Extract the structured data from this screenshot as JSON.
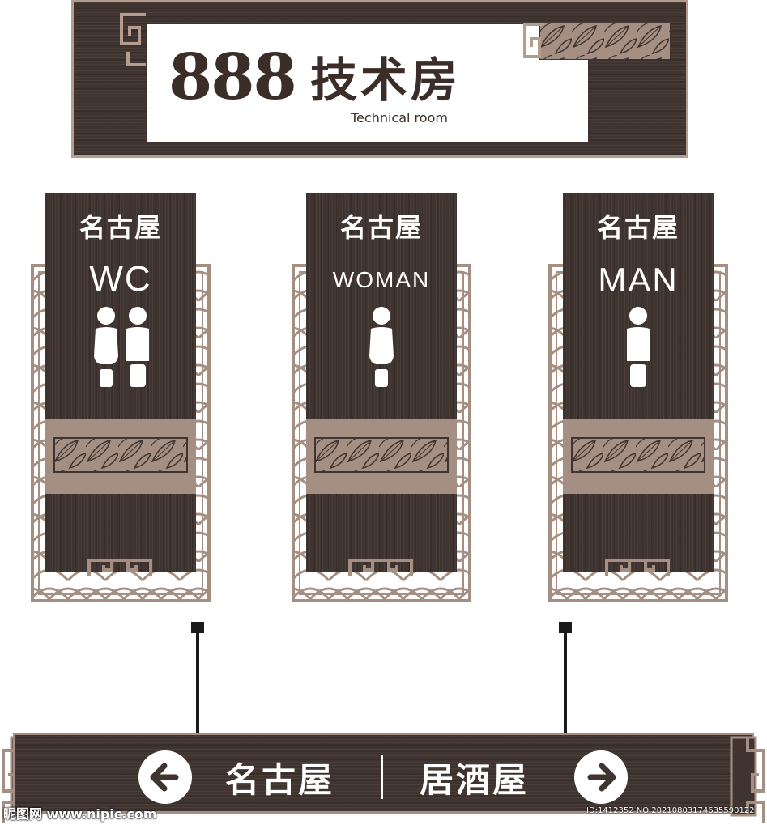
{
  "top_sign": {
    "number": "888",
    "title_cn": "技术房",
    "title_en": "Technical room"
  },
  "panels": [
    {
      "title": "名古屋",
      "label": "WC",
      "icon": "restroom-both-icon"
    },
    {
      "title": "名古屋",
      "label": "WOMAN",
      "icon": "restroom-woman-icon"
    },
    {
      "title": "名古屋",
      "label": "MAN",
      "icon": "restroom-man-icon"
    }
  ],
  "bottom_sign": {
    "left_text": "名古屋",
    "right_text": "居酒屋",
    "left_icon": "arrow-left-icon",
    "right_icon": "arrow-right-icon"
  },
  "watermark": {
    "site": "昵图网 www.nipic.com",
    "id": "ID:1412352 NO:20210803174635590122"
  },
  "colors": {
    "wood": "#3f3430",
    "accent": "#a48f82",
    "text_dark": "#3b2d28"
  }
}
